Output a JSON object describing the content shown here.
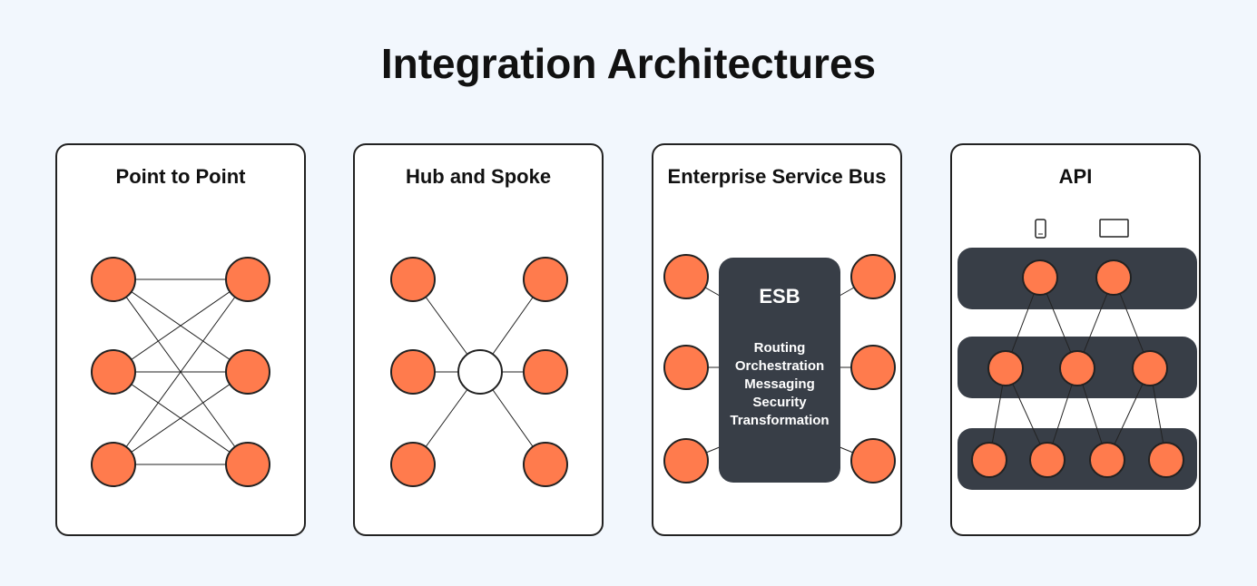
{
  "title": "Integration Architectures",
  "colors": {
    "node": "#ff7b4d",
    "dark": "#383e47",
    "background": "#f2f7fd"
  },
  "cards": [
    {
      "title": "Point to Point"
    },
    {
      "title": "Hub and Spoke"
    },
    {
      "title": "Enterprise Service Bus",
      "esb_label": "ESB",
      "esb_functions": [
        "Routing",
        "Orchestration",
        "Messaging",
        "Security",
        "Transformation"
      ]
    },
    {
      "title": "API",
      "client_icons": [
        "smartphone-icon",
        "tablet-icon"
      ]
    }
  ]
}
